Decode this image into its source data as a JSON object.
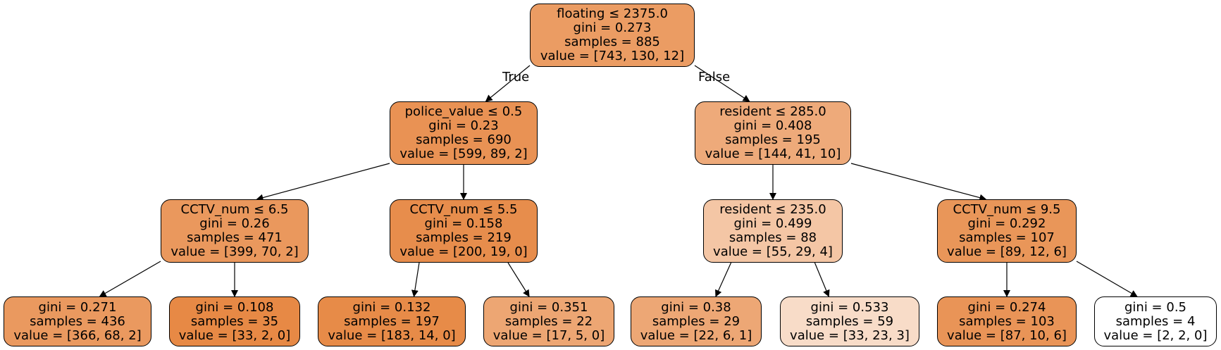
{
  "edge_labels": {
    "true_label": "True",
    "false_label": "False"
  },
  "nodes": [
    {
      "id": "n0",
      "split": "floating ≤ 2375.0",
      "gini": "gini = 0.273",
      "samples": "samples = 885",
      "value": "value = [743, 130, 12]",
      "fill": "#eb9c63"
    },
    {
      "id": "n1",
      "split": "police_value ≤ 0.5",
      "gini": "gini = 0.23",
      "samples": "samples = 690",
      "value": "value = [599, 89, 2]",
      "fill": "#e99254"
    },
    {
      "id": "n2",
      "split": "CCTV_num ≤ 6.5",
      "gini": "gini = 0.26",
      "samples": "samples = 471",
      "value": "value = [399, 70, 2]",
      "fill": "#ea985d"
    },
    {
      "id": "n3",
      "split": "",
      "gini": "gini = 0.271",
      "samples": "samples = 436",
      "value": "value = [366, 68, 2]",
      "fill": "#ea995f"
    },
    {
      "id": "n4",
      "split": "",
      "gini": "gini = 0.108",
      "samples": "samples = 35",
      "value": "value = [33, 2, 0]",
      "fill": "#e78945"
    },
    {
      "id": "n5",
      "split": "CCTV_num ≤ 5.5",
      "gini": "gini = 0.158",
      "samples": "samples = 219",
      "value": "value = [200, 19, 0]",
      "fill": "#e78d4c"
    },
    {
      "id": "n6",
      "split": "",
      "gini": "gini = 0.132",
      "samples": "samples = 197",
      "value": "value = [183, 14, 0]",
      "fill": "#e78b48"
    },
    {
      "id": "n7",
      "split": "",
      "gini": "gini = 0.351",
      "samples": "samples = 22",
      "value": "value = [17, 5, 0]",
      "fill": "#eda673"
    },
    {
      "id": "n8",
      "split": "resident ≤ 285.0",
      "gini": "gini = 0.408",
      "samples": "samples = 195",
      "value": "value = [144, 41, 10]",
      "fill": "#eeaa7a"
    },
    {
      "id": "n9",
      "split": "resident ≤ 235.0",
      "gini": "gini = 0.499",
      "samples": "samples = 88",
      "value": "value = [55, 29, 4]",
      "fill": "#f4c6a5"
    },
    {
      "id": "n10",
      "split": "",
      "gini": "gini = 0.38",
      "samples": "samples = 29",
      "value": "value = [22, 6, 1]",
      "fill": "#eda775"
    },
    {
      "id": "n11",
      "split": "",
      "gini": "gini = 0.533",
      "samples": "samples = 59",
      "value": "value = [33, 23, 3]",
      "fill": "#f8dcc8"
    },
    {
      "id": "n12",
      "split": "CCTV_num ≤ 9.5",
      "gini": "gini = 0.292",
      "samples": "samples = 107",
      "value": "value = [89, 12, 6]",
      "fill": "#e99659"
    },
    {
      "id": "n13",
      "split": "",
      "gini": "gini = 0.274",
      "samples": "samples = 103",
      "value": "value = [87, 10, 6]",
      "fill": "#e99457"
    },
    {
      "id": "n14",
      "split": "",
      "gini": "gini = 0.5",
      "samples": "samples = 4",
      "value": "value = [2, 2, 0]",
      "fill": "#ffffff"
    }
  ],
  "edges": [
    {
      "from": "n0",
      "to": "n1"
    },
    {
      "from": "n0",
      "to": "n8"
    },
    {
      "from": "n1",
      "to": "n2"
    },
    {
      "from": "n1",
      "to": "n5"
    },
    {
      "from": "n2",
      "to": "n3"
    },
    {
      "from": "n2",
      "to": "n4"
    },
    {
      "from": "n5",
      "to": "n6"
    },
    {
      "from": "n5",
      "to": "n7"
    },
    {
      "from": "n8",
      "to": "n9"
    },
    {
      "from": "n8",
      "to": "n12"
    },
    {
      "from": "n9",
      "to": "n10"
    },
    {
      "from": "n9",
      "to": "n11"
    },
    {
      "from": "n12",
      "to": "n13"
    },
    {
      "from": "n12",
      "to": "n14"
    }
  ]
}
